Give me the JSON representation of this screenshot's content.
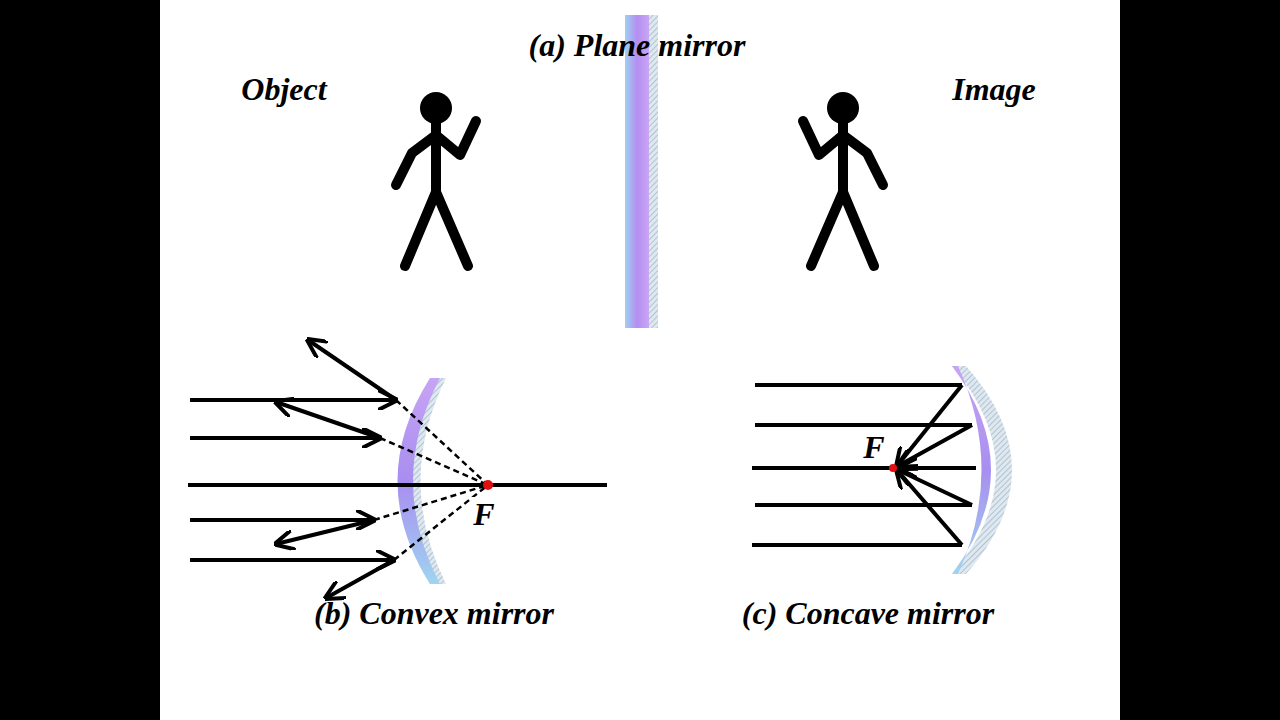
{
  "diagram": {
    "labels": [
      "(a) Plane mirror",
      "Object",
      "Image",
      "F",
      "F",
      "(b) Convex mirror",
      "(c) Concave mirror"
    ]
  }
}
